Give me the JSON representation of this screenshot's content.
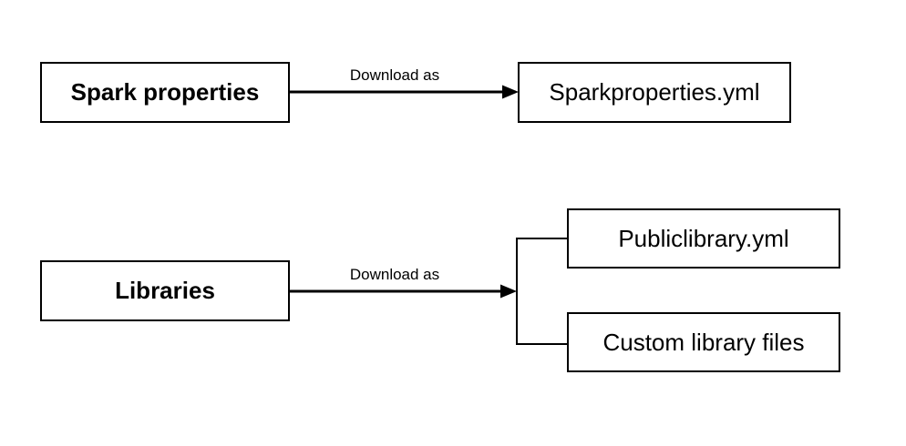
{
  "diagram": {
    "colors": {
      "background": "#ffffff",
      "line": "#000000",
      "text": "#000000"
    },
    "nodes": {
      "spark_properties": {
        "label": "Spark properties"
      },
      "sparkproperties_yml": {
        "label": "Sparkproperties.yml"
      },
      "libraries": {
        "label": "Libraries"
      },
      "publiclibrary_yml": {
        "label": "Publiclibrary.yml"
      },
      "custom_library_files": {
        "label": "Custom library files"
      }
    },
    "edges": {
      "spark_download": {
        "label": "Download as",
        "from": "Spark properties",
        "to": [
          "Sparkproperties.yml"
        ]
      },
      "libraries_download": {
        "label": "Download as",
        "from": "Libraries",
        "to": [
          "Publiclibrary.yml",
          "Custom library files"
        ]
      }
    }
  }
}
